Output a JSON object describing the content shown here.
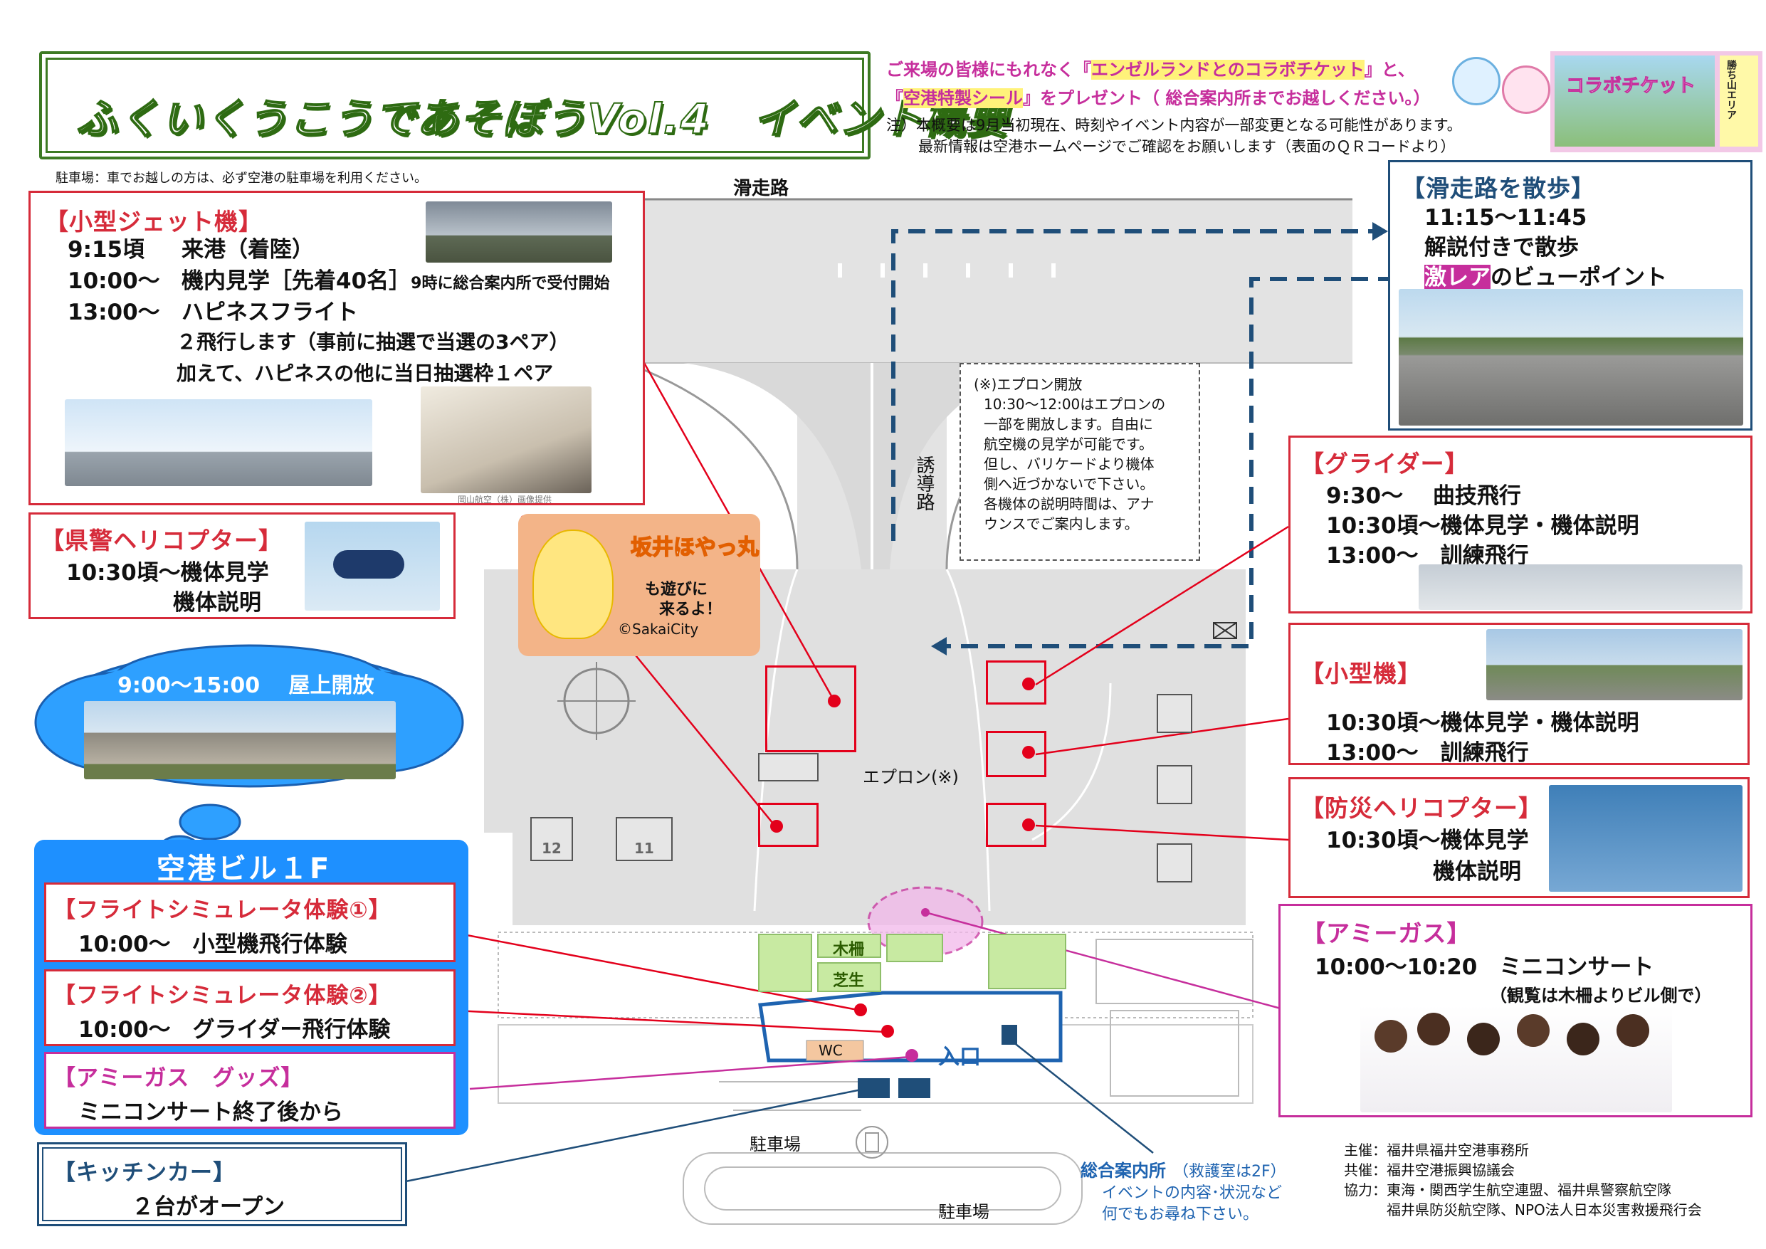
{
  "header": {
    "title": "ふくいくうこうであそぼうVol.4　イベント概要",
    "notice_pre": "ご来場の皆様にもれなく『",
    "notice_ticket": "エンゼルランドとのコラボチケット",
    "notice_mid": "』と、",
    "notice_pre2": "『",
    "notice_sticker": "空港特製シール",
    "notice_post": "』をプレゼント（ 総合案内所までお越しください。）",
    "note1": "注）本概要は9月当初現在、時刻やイベント内容が一部変更となる可能性があります。",
    "note2": "最新情報は空港ホームページでご確認をお願いします（表面のＱＲコードより）",
    "ticket_image_text": "コラボチケット",
    "ticket_side_text": "勝ち山エリア"
  },
  "parking_note": "駐車場：車でお越しの方は、必ず空港の駐車場を利用ください。",
  "map": {
    "runway": "滑走路",
    "taxiway": "誘導路",
    "apron": "エプロン(※)",
    "parking1": "駐車場",
    "parking2": "駐車場",
    "entrance": "入口",
    "wc": "WC",
    "fence": "木柵",
    "lawn": "芝生",
    "stands": [
      "12",
      "11"
    ]
  },
  "apron_note": {
    "lines": [
      "(※)エプロン開放",
      "10:30～12:00はエプロンの",
      "一部を開放します。自由に",
      "航空機の見学が可能です。",
      "但し、バリケードより機体",
      "側へ近づかないで下さい。",
      "各機体の説明時間は、アナ",
      "ウンスでご案内します。"
    ]
  },
  "jet": {
    "title": "【小型ジェット機】",
    "rows": [
      {
        "time": "9:15頃",
        "text": "来港（着陸）"
      },
      {
        "time": "10:00～",
        "text": "機内見学［先着40名］",
        "small": "9時に総合案内所で受付開始"
      },
      {
        "time": "13:00～",
        "text": "ハピネスフライト"
      }
    ],
    "extra1": "２飛行します（事前に抽選で当選の3ペア）",
    "extra2": "加えて、ハピネスの他に当日抽選枠１ペア",
    "photo_credit": "岡山航空（株）画像提供"
  },
  "police_heli": {
    "title": "【県警ヘリコプター】",
    "line1": "10:30頃～機体見学",
    "line2": "機体説明"
  },
  "mascot": {
    "name": "坂井ほやっ丸",
    "line1": "も遊びに",
    "line2": "来るよ！",
    "credit": "©SakaiCity"
  },
  "rooftop": {
    "text": "9:00～15:00　 屋上開放"
  },
  "building": {
    "title": "空港ビル１F",
    "sim1": {
      "title": "【フライトシミュレータ体験①】",
      "line": "10:00～　小型機飛行体験"
    },
    "sim2": {
      "title": "【フライトシミュレータ体験②】",
      "line": "10:00～　グライダー飛行体験"
    },
    "goods": {
      "title": "【アミーガス　グッズ】",
      "line": "ミニコンサート終了後から"
    }
  },
  "kitchen": {
    "title": "【キッチンカー】",
    "line": "２台がオープン"
  },
  "runway_walk": {
    "title": "【滑走路を散歩】",
    "time": "11:15～11:45",
    "line1": "解説付きで散歩",
    "rare": "激レア",
    "line2": "のビューポイント"
  },
  "glider": {
    "title": "【グライダー】",
    "rows": [
      "9:30～　 曲技飛行",
      "10:30頃～機体見学・機体説明",
      "13:00～　訓練飛行"
    ]
  },
  "small_plane": {
    "title": "【小型機】",
    "rows": [
      "10:30頃～機体見学・機体説明",
      "13:00～　訓練飛行"
    ]
  },
  "disaster_heli": {
    "title": "【防災ヘリコプター】",
    "line1": "10:30頃～機体見学",
    "line2": "機体説明"
  },
  "amigas": {
    "title": "【アミーガス】",
    "line": "10:00～10:20　ミニコンサート",
    "note": "（観覧は木柵よりビル側で）"
  },
  "info_desk": {
    "title": "総合案内所",
    "rescue": "（救護室は2F）",
    "line1": "イベントの内容･状況など",
    "line2": "何でもお尋ね下さい。"
  },
  "credits": {
    "host": "主催：福井県福井空港事務所",
    "cohost": "共催：福井空港振興協議会",
    "coop1": "協力：東海・関西学生航空連盟、福井県警察航空隊",
    "coop2": "福井県防災航空隊、NPO法人日本災害救援飛行会"
  },
  "colors": {
    "accent_red": "#d62b3a",
    "pink": "#c62e9c",
    "blue_panel": "#1e90ff",
    "navy": "#1f4e79",
    "lawn": "#c8eaa2"
  }
}
